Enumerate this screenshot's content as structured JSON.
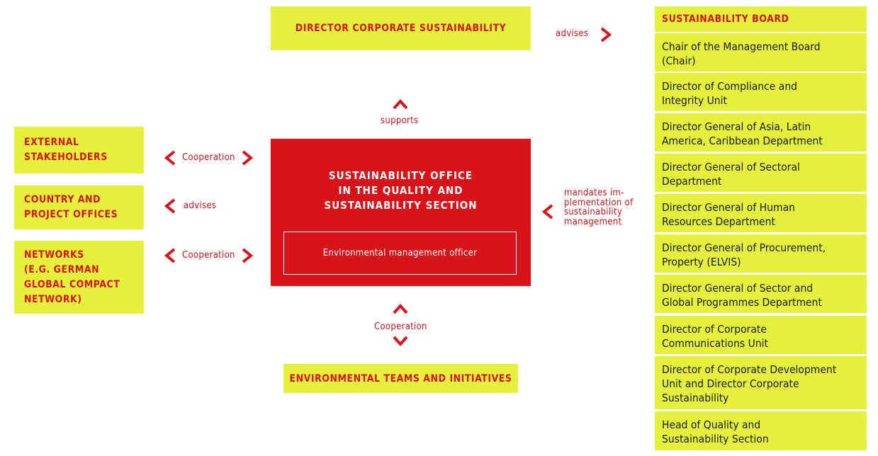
{
  "director": {
    "label": "DIRECTOR CORPORATE SUSTAINABILITY"
  },
  "advises_right": "advises",
  "supports": "supports",
  "office": {
    "title_line1": "SUSTAINABILITY OFFICE",
    "title_line2": "IN THE QUALITY AND",
    "title_line3": "SUSTAINABILITY SECTION",
    "officer": "Environmental management officer"
  },
  "left": {
    "external_line1": "EXTERNAL",
    "external_line2": "STAKEHOLDERS",
    "external_rel": "Cooperation",
    "country_line1": "COUNTRY AND",
    "country_line2": "PROJECT OFFICES",
    "country_rel": "advises",
    "networks_line1": "NETWORKS",
    "networks_line2": "(E.G. GERMAN",
    "networks_line3": "GLOBAL COMPACT",
    "networks_line4": "NETWORK)",
    "networks_rel": "Cooperation"
  },
  "mandates": {
    "line1": "mandates im-",
    "line2": "plementation of",
    "line3": "sustainability",
    "line4": "management"
  },
  "bottom": {
    "rel": "Cooperation",
    "teams": "ENVIRONMENTAL TEAMS AND INITIATIVES"
  },
  "board": {
    "title": "SUSTAINABILITY BOARD",
    "items": [
      {
        "l1": "Chair of the Management Board",
        "l2": "(Chair)",
        "l3": ""
      },
      {
        "l1": "Director of Compliance and",
        "l2": "Integrity Unit",
        "l3": ""
      },
      {
        "l1": "Director General of Asia, Latin",
        "l2": "America, Caribbean Department",
        "l3": ""
      },
      {
        "l1": "Director General of Sectoral",
        "l2": "Department",
        "l3": ""
      },
      {
        "l1": "Director General of Human",
        "l2": "Resources Department",
        "l3": ""
      },
      {
        "l1": "Director General of Procurement,",
        "l2": "Property (ELVIS)",
        "l3": ""
      },
      {
        "l1": "Director General of Sector and",
        "l2": "Global Programmes Department",
        "l3": ""
      },
      {
        "l1": "Director of Corporate",
        "l2": "Communications Unit",
        "l3": ""
      },
      {
        "l1": "Director of Corporate Development",
        "l2": "Unit and Director Corporate",
        "l3": "Sustainability"
      },
      {
        "l1": "Head of Quality and",
        "l2": "Sustainability Section",
        "l3": ""
      }
    ]
  },
  "colors": {
    "yellow": "#e5f03c",
    "red": "#d7141a",
    "text": "#1a1a1a"
  }
}
